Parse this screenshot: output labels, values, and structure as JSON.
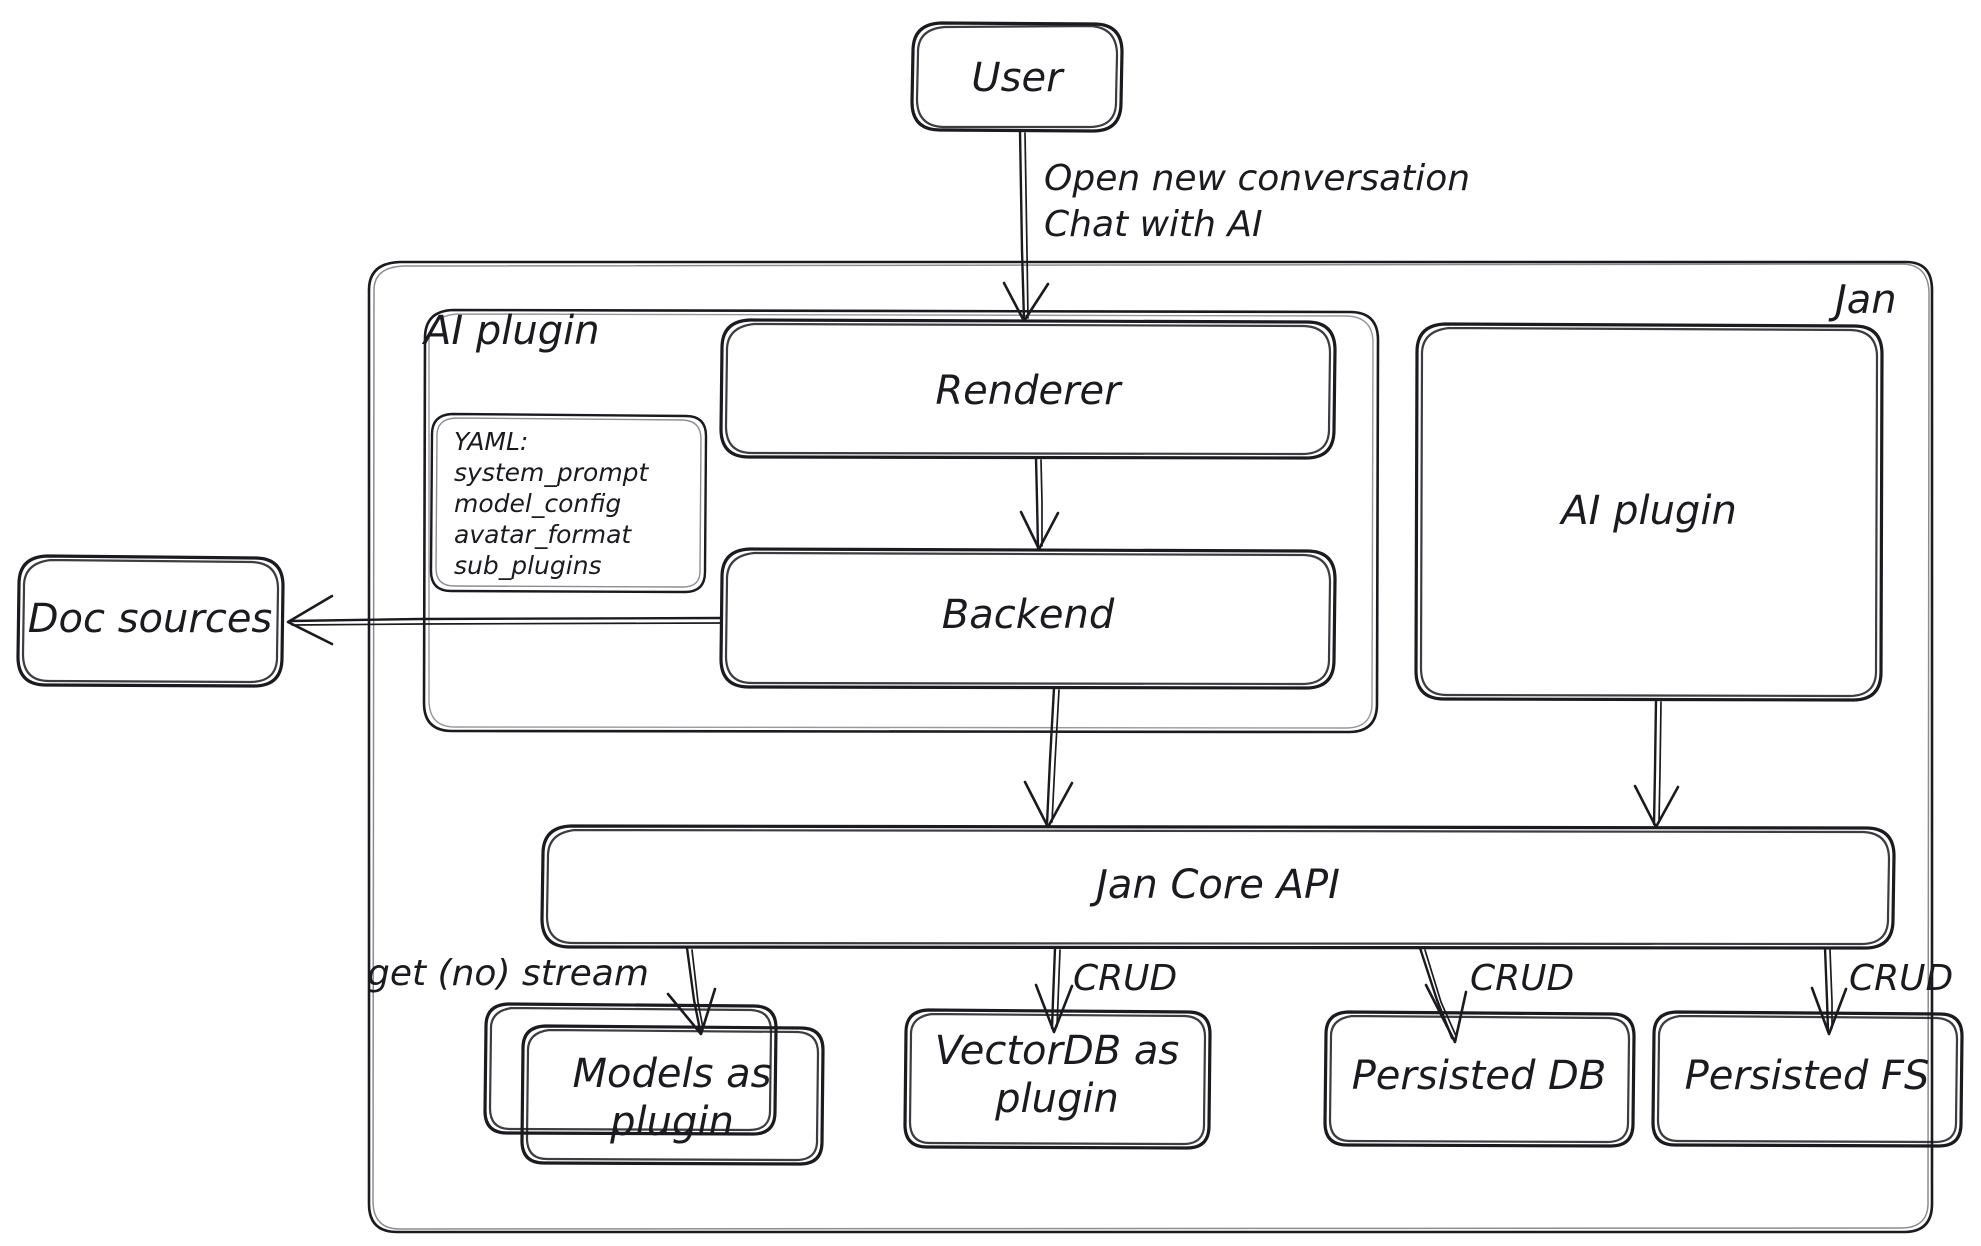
{
  "diagram": {
    "title": "Jan architecture",
    "style": "hand-drawn",
    "background_color": "#ffffff",
    "stroke_color": "#1b1b1f"
  },
  "containers": {
    "jan": {
      "label": "Jan"
    },
    "ai_plugin_group": {
      "label": "AI plugin"
    }
  },
  "nodes": {
    "user": {
      "label": "User"
    },
    "renderer": {
      "label": "Renderer"
    },
    "backend": {
      "label": "Backend"
    },
    "ai_plugin": {
      "label": "AI plugin"
    },
    "doc_sources": {
      "label": "Doc sources"
    },
    "jan_core_api": {
      "label": "Jan Core API"
    },
    "models_plugin": {
      "label_line1": "Models as",
      "label_line2": "plugin"
    },
    "vectordb_plugin": {
      "label_line1": "VectorDB as",
      "label_line2": "plugin"
    },
    "persisted_db": {
      "label": "Persisted DB"
    },
    "persisted_fs": {
      "label": "Persisted FS"
    }
  },
  "yaml_card": {
    "title": "YAML:",
    "keys": [
      "system_prompt",
      "model_config",
      "avatar_format",
      "sub_plugins"
    ]
  },
  "edges": {
    "user_to_renderer": {
      "label_line1": "Open new conversation",
      "label_line2": "Chat with AI"
    },
    "renderer_to_backend": {
      "label": ""
    },
    "backend_to_doc_sources": {
      "label": ""
    },
    "backend_to_core": {
      "label": ""
    },
    "ai_plugin_to_core": {
      "label": ""
    },
    "core_to_models": {
      "label": "get (no) stream"
    },
    "core_to_vectordb": {
      "label": "CRUD"
    },
    "core_to_db": {
      "label": "CRUD"
    },
    "core_to_fs": {
      "label": "CRUD"
    }
  }
}
